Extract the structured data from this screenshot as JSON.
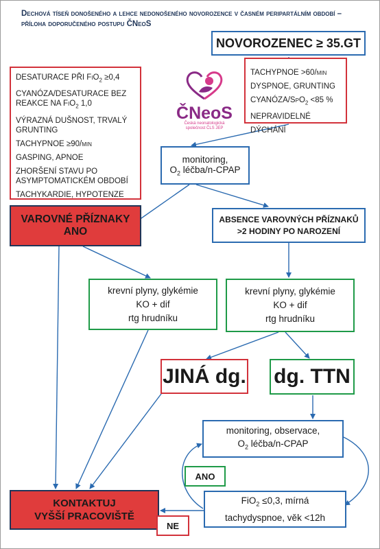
{
  "title": {
    "line1": "Dechová tíseň donošeného a lehce nedonošeného novorozence v časném peripartálním období –",
    "line2": "příloha doporučeného postupu ČNeoS"
  },
  "start_box": "NOVOROZENEC ≥ 35.GT",
  "symptoms": [
    "TACHYPNOE >60/min",
    "DYSPNOE, GRUNTING",
    "CYANÓZA/SpO2 <85 %",
    "NEPRAVIDELNÉ DÝCHÁNÍ"
  ],
  "warning_list": [
    "DESATURACE PŘI FiO2 ≥0,4",
    "CYANÓZA/DESATURACE BEZ REAKCE NA FiO2 1,0",
    "VÝRAZNÁ DUŠNOST, TRVALÝ GRUNTING",
    "TACHYPNOE ≥90/min",
    "GASPING, APNOE",
    "ZHORŠENÍ STAVU PO ASYMPTOMATICKÉM OBDOBÍ",
    "TACHYKARDIE, HYPOTENZE"
  ],
  "logo": {
    "name": "ČNeoS",
    "subtitle_line1": "Česká neonatologická",
    "subtitle_line2": "společnost ČLS JEP"
  },
  "monitoring1": {
    "line1": "monitoring,",
    "line2": "O2 léčba/n-CPAP"
  },
  "warning_yes": {
    "line1": "VAROVNÉ PŘÍZNAKY",
    "line2": "ANO"
  },
  "no_warning": {
    "line1": "ABSENCE VAROVNÝCH PŘÍZNAKŮ",
    "line2": ">2 HODINY PO NAROZENÍ"
  },
  "labs_left": {
    "line1": "krevní plyny, glykémie",
    "line2": "KO + dif",
    "line3": "rtg hrudníku"
  },
  "labs_right": {
    "line1": "krevní plyny, glykémie",
    "line2": "KO + dif",
    "line3": "rtg hrudníku"
  },
  "other_dg": "JINÁ dg.",
  "ttn_dg": "dg. TTN",
  "monitoring2": {
    "line1": "monitoring, observace,",
    "line2": "O2 léčba/n-CPAP"
  },
  "ano_label": "ANO",
  "contact": {
    "line1": "KONTAKTUJ",
    "line2": "VYŠŠÍ PRACOVIŠTĚ"
  },
  "criteria": {
    "line1": "FiO2 ≤0,3, mírná",
    "line2": "tachydyspnoe, věk <12h"
  },
  "ne_label": "NE",
  "colors": {
    "blue": "#2a6ab0",
    "red": "#d2313a",
    "green": "#1e9a47",
    "navy": "#1f3558",
    "fill_red": "#e03c3c",
    "logo_purple": "#8a2a86",
    "logo_pink": "#d63a8a"
  }
}
